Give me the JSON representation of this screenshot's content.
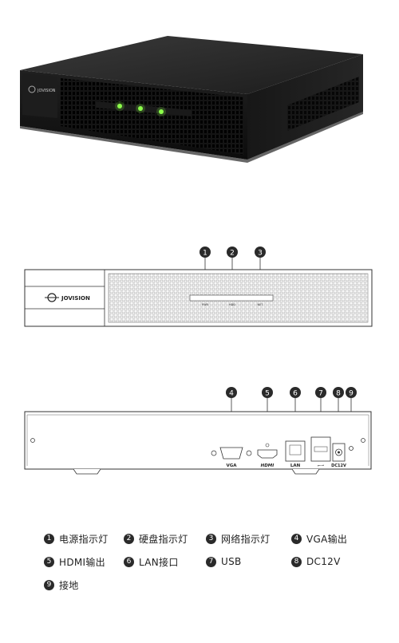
{
  "brand": "JOVISION",
  "front_leds": [
    "PWR",
    "HDD",
    "NET"
  ],
  "callout_numbers": [
    "1",
    "2",
    "3",
    "4",
    "5",
    "6",
    "7",
    "8",
    "9"
  ],
  "rear_ports": {
    "vga": "VGA",
    "hdmi": "HDMI",
    "lan": "LAN",
    "usb_symbol": "USB",
    "dc": "DC12V"
  },
  "legend": [
    {
      "num": "1",
      "label": "电源指示灯"
    },
    {
      "num": "2",
      "label": "硬盘指示灯"
    },
    {
      "num": "3",
      "label": "网络指示灯"
    },
    {
      "num": "4",
      "label": "VGA输出"
    },
    {
      "num": "5",
      "label": "HDMI输出"
    },
    {
      "num": "6",
      "label": "LAN接口"
    },
    {
      "num": "7",
      "label": "USB"
    },
    {
      "num": "8",
      "label": "DC12V"
    },
    {
      "num": "9",
      "label": "接地"
    }
  ]
}
